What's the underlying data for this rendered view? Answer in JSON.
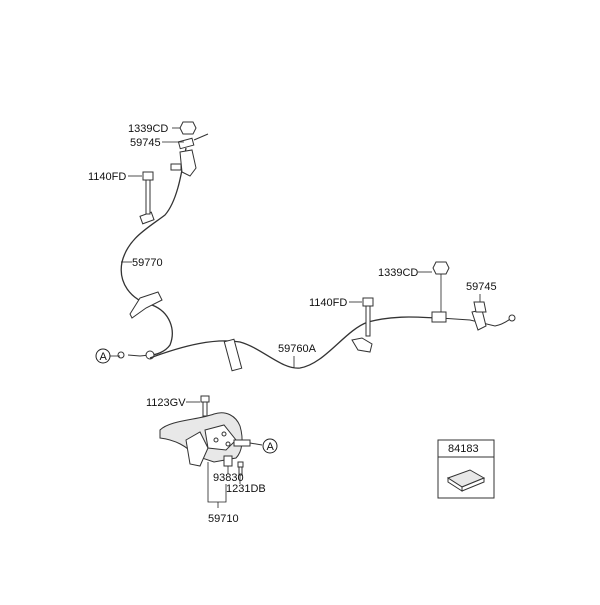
{
  "labels": {
    "p1339cd_top": "1339CD",
    "p59745_top": "59745",
    "p1140fd_left": "1140FD",
    "p59770": "59770",
    "p1339cd_right": "1339CD",
    "p59745_right": "59745",
    "p1140fd_mid": "1140FD",
    "p59760a": "59760A",
    "p1123gv": "1123GV",
    "p93830": "93830",
    "p1231db": "1231DB",
    "p59710": "59710",
    "p84183": "84183",
    "ref_a_left": "A",
    "ref_a_right": "A"
  }
}
